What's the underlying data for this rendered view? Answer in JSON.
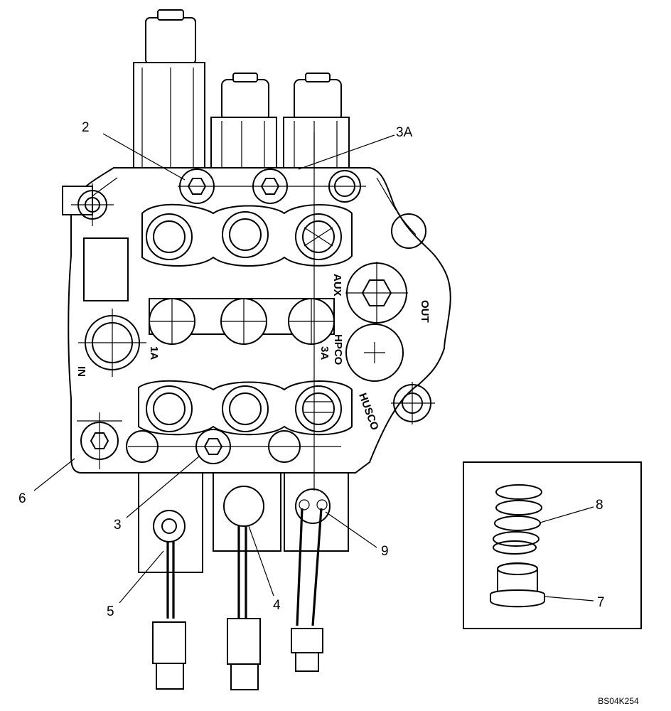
{
  "callouts": {
    "c2": "2",
    "c3a": "3A",
    "c6": "6",
    "c3": "3",
    "c5": "5",
    "c4": "4",
    "c9": "9",
    "c8": "8",
    "c7": "7"
  },
  "stamps": {
    "aux": "AUX",
    "out": "OUT",
    "hpco": "HPCO",
    "hpco_3a": "3A",
    "port_1a": "1A",
    "in": "IN",
    "husco": "HUSCO"
  },
  "reference_code": "BS04K254"
}
